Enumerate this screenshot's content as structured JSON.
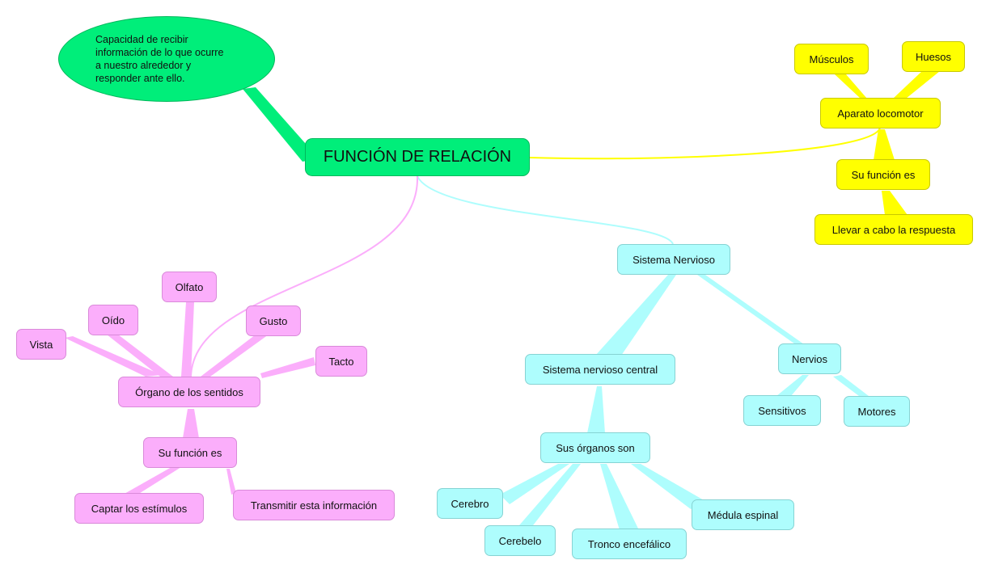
{
  "mindmap": {
    "central": "FUNCIÓN DE RELACIÓN",
    "callout": "Capacidad de recibir\ninformación de lo que ocurre\na nuestro alrededor y\nresponder ante ello.",
    "yellow_branch": {
      "musculos": "Músculos",
      "huesos": "Huesos",
      "aparato": "Aparato locomotor",
      "funcion": "Su función es",
      "respuesta": "Llevar a cabo la respuesta"
    },
    "cyan_branch": {
      "sistema": "Sistema Nervioso",
      "central": "Sistema nervioso central",
      "organos": "Sus órganos son",
      "cerebro": "Cerebro",
      "cerebelo": "Cerebelo",
      "tronco": "Tronco encefálico",
      "medula": "Médula espinal",
      "nervios": "Nervios",
      "sensitivos": "Sensitivos",
      "motores": "Motores"
    },
    "pink_branch": {
      "organo": "Órgano de los sentidos",
      "vista": "Vista",
      "oido": "Oído",
      "olfato": "Olfato",
      "gusto": "Gusto",
      "tacto": "Tacto",
      "funcion": "Su función es",
      "captar": "Captar los estímulos",
      "transmitir": "Transmitir esta información"
    }
  },
  "colors": {
    "green": "#00ee7a",
    "yellow": "#ffff00",
    "cyan": "#aefdfd",
    "pink": "#fbaefb"
  }
}
